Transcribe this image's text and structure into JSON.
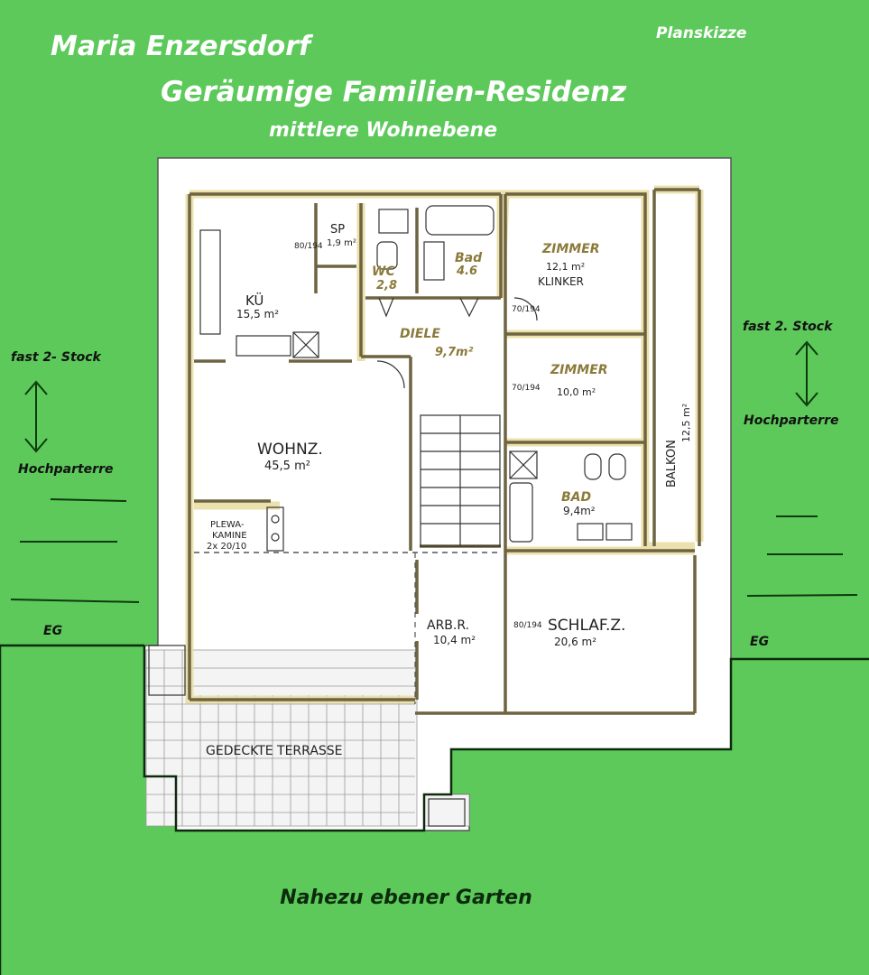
{
  "header": {
    "title_left": "Maria Enzersdorf",
    "title_main": "Geräumige Familien-Residenz",
    "subtitle": "mittlere Wohnebene",
    "corner_label": "Planskizze"
  },
  "left_side": {
    "upper": "fast 2- Stock",
    "lower": "Hochparterre",
    "ground": "EG"
  },
  "right_side": {
    "upper": "fast 2. Stock",
    "lower": "Hochparterre",
    "ground": "EG"
  },
  "garden": {
    "label": "Nahezu ebener Garten"
  },
  "rooms": {
    "kitchen": {
      "name": "KÜ",
      "area": "15,5 m²"
    },
    "pantry": {
      "name": "SP",
      "area": "1,9 m²"
    },
    "wc": {
      "name": "WC",
      "area": "2,8"
    },
    "bath_small": {
      "name": "Bad",
      "area": "4.6"
    },
    "room1": {
      "name": "ZIMMER",
      "area": "12,1 m²",
      "note": "KLINKER"
    },
    "hall": {
      "name": "DIELE",
      "area": "9,7m²"
    },
    "room2": {
      "name": "ZIMMER",
      "area": "10,0 m²"
    },
    "living": {
      "name": "WOHNZ.",
      "area": "45,5 m²"
    },
    "fireplace": {
      "line1": "PLEWA-",
      "line2": "KAMINE",
      "line3": "2x 20/10"
    },
    "bath": {
      "name": "BAD",
      "area": "9,4m²"
    },
    "balcony": {
      "name": "BALKON",
      "area": "12,5 m²"
    },
    "study": {
      "name": "ARB.R.",
      "area": "10,4 m²"
    },
    "bedroom": {
      "name": "SCHLAF.Z.",
      "area": "20,6 m²"
    },
    "terrace": {
      "name": "GEDECKTE TERRASSE"
    }
  },
  "door_marks": {
    "d1": "80/194",
    "d2": "70/194",
    "d3": "70/194",
    "d4": "80/194"
  },
  "colors": {
    "background": "#5cc95a",
    "plan": "#ffffff",
    "wall_highlight": "#c9b06a",
    "ink": "#222222"
  }
}
